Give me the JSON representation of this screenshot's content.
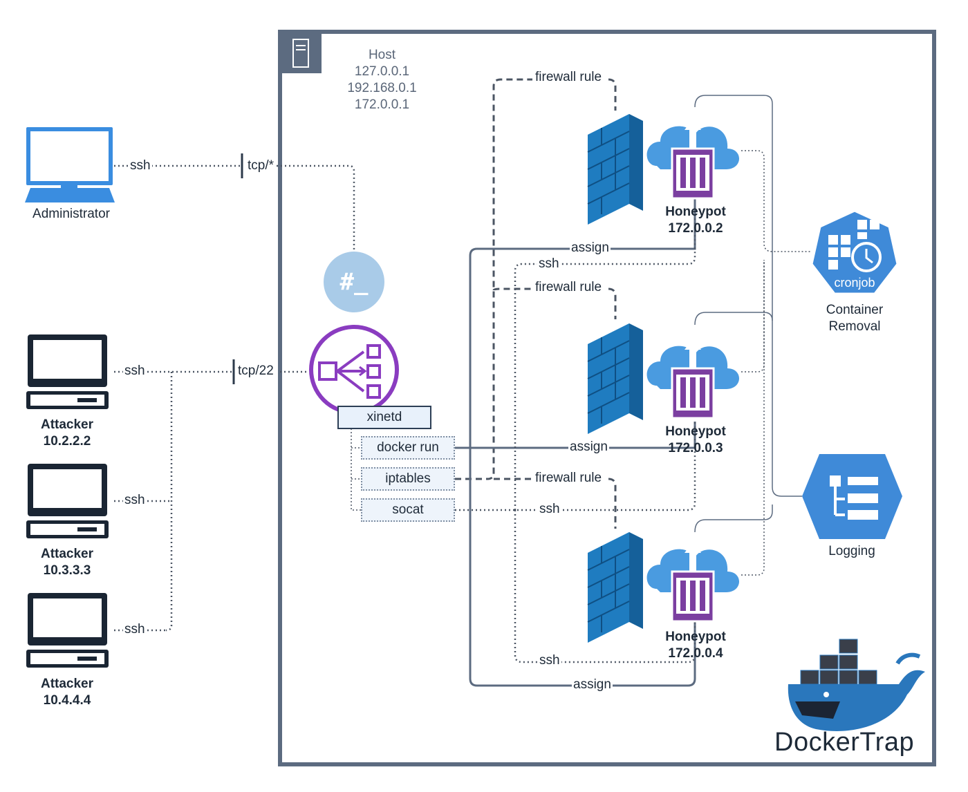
{
  "host": {
    "title": "Host",
    "ips": [
      "127.0.0.1",
      "192.168.0.1",
      "172.0.0.1"
    ]
  },
  "administrator": {
    "label": "Administrator",
    "ssh_label": "ssh",
    "port_label": "tcp/*"
  },
  "attackers": [
    {
      "name": "Attacker",
      "ip": "10.2.2.2",
      "ssh_label": "ssh"
    },
    {
      "name": "Attacker",
      "ip": "10.3.3.3",
      "ssh_label": "ssh"
    },
    {
      "name": "Attacker",
      "ip": "10.4.4.4",
      "ssh_label": "ssh"
    }
  ],
  "attacker_port_label": "tcp/22",
  "xinetd": {
    "label": "xinetd",
    "commands": [
      "docker run",
      "iptables",
      "socat"
    ]
  },
  "honeypots": [
    {
      "name": "Honeypot",
      "ip": "172.0.0.2"
    },
    {
      "name": "Honeypot",
      "ip": "172.0.0.3"
    },
    {
      "name": "Honeypot",
      "ip": "172.0.0.4"
    }
  ],
  "edge_labels": {
    "firewall_rule": "firewall rule",
    "assign": "assign",
    "ssh": "ssh"
  },
  "cronjob": {
    "icon_text": "cronjob",
    "label_line1": "Container",
    "label_line2": "Removal"
  },
  "logging": {
    "label": "Logging"
  },
  "terminal_icon_text": "#_",
  "brand": "DockerTrap",
  "colors": {
    "frame": "#5c6b80",
    "firewall": "#1f7cc0",
    "cloud": "#4a9be0",
    "container": "#7b3fa0",
    "xinetd_purple": "#8a3cc0",
    "k8s_blue": "#3f8ad8",
    "docker_blue": "#2a77bc"
  }
}
